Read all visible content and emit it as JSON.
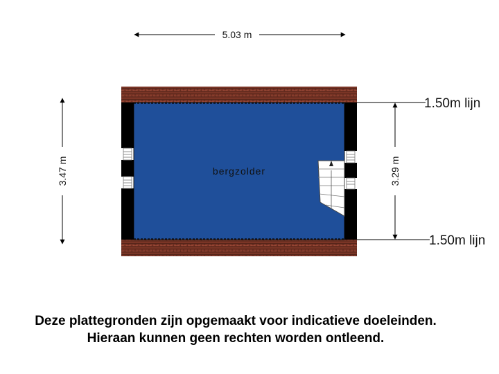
{
  "dimensions": {
    "width": "5.03 m",
    "height_outer": "3.47 m",
    "height_inner": "3.29 m"
  },
  "lines": {
    "top": "1.50m lijn",
    "bottom": "1.50m lijn"
  },
  "room": {
    "name": "bergzolder"
  },
  "disclaimer": {
    "line1": "Deze plattegronden zijn opgemaakt voor indicatieve doeleinden.",
    "line2": "Hieraan kunnen geen rechten worden ontleend."
  },
  "colors": {
    "floor": "#1f4f9a",
    "roof_tile": "#7a3526",
    "wall": "#000000"
  }
}
